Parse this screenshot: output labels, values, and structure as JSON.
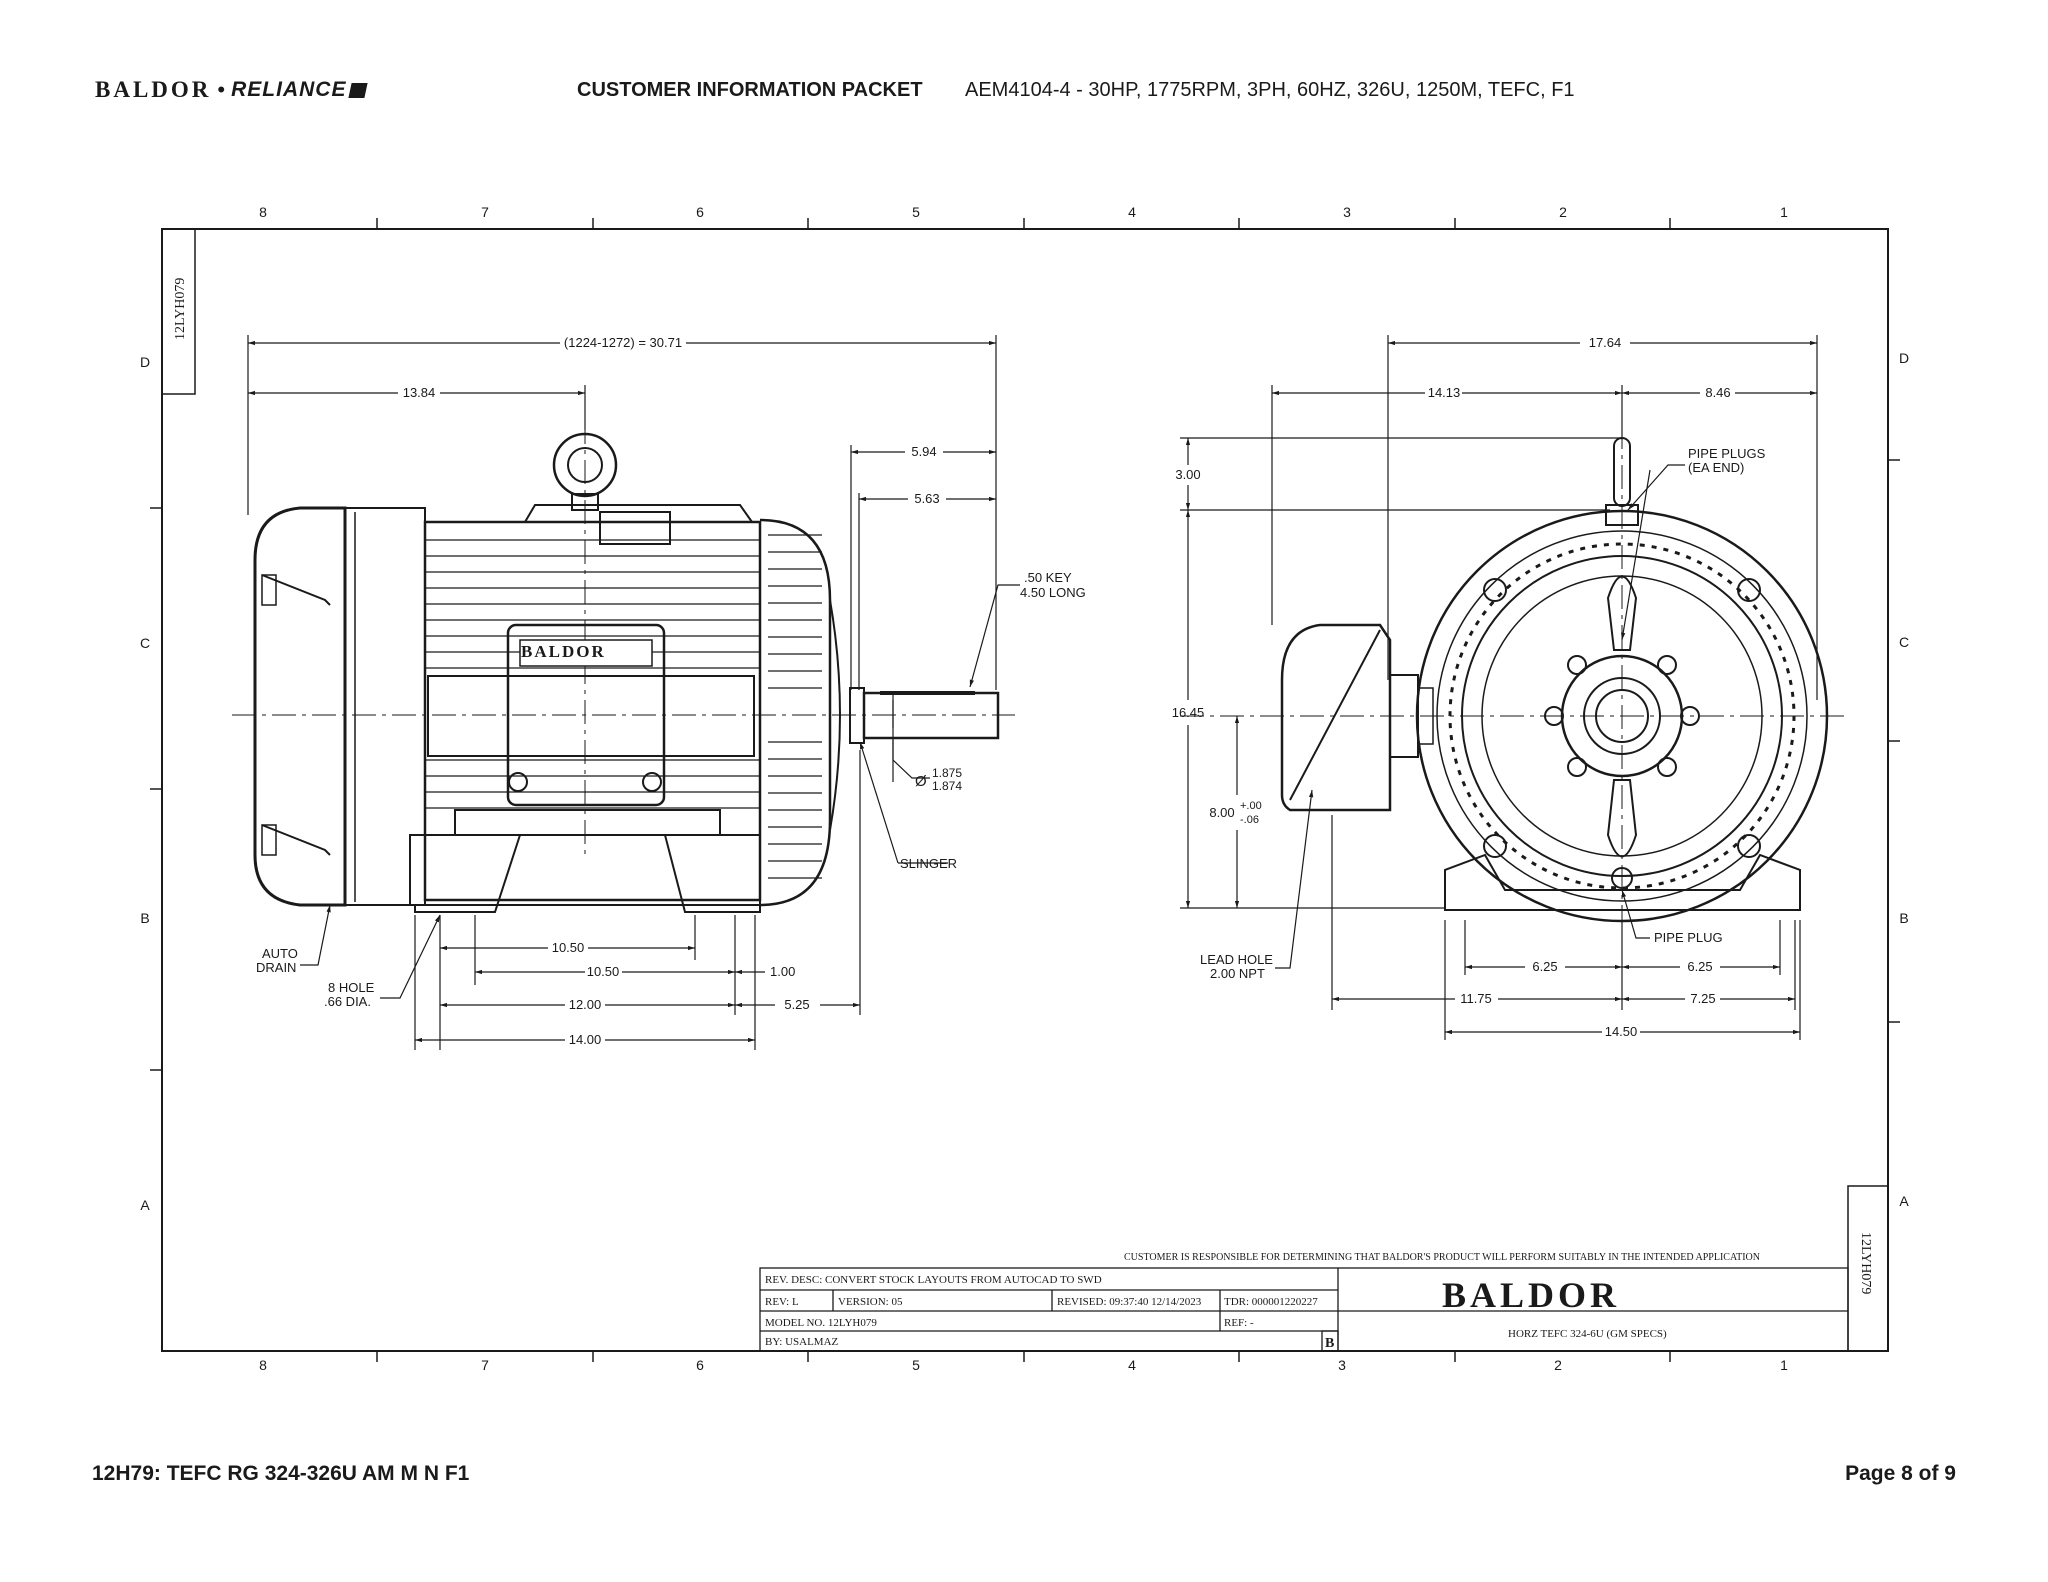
{
  "header": {
    "brand_left": "BALDOR",
    "brand_sep": "•",
    "brand_right": "RELIANCE",
    "packet_title": "CUSTOMER INFORMATION PACKET",
    "model_line": "AEM4104-4 - 30HP, 1775RPM, 3PH, 60HZ, 326U, 1250M, TEFC, F1"
  },
  "footer": {
    "left": "12H79: TEFC RG 324-326U AM M N F1",
    "right": "Page 8 of 9"
  },
  "border": {
    "top_zones": [
      "8",
      "7",
      "6",
      "5",
      "4",
      "3",
      "2",
      "1"
    ],
    "bottom_zones": [
      "8",
      "7",
      "6",
      "5",
      "4",
      "3",
      "2",
      "1"
    ],
    "left_zones": [
      "D",
      "C",
      "B",
      "A"
    ],
    "right_zones": [
      "D",
      "C",
      "B",
      "A"
    ],
    "corner_tag_top": "12LYH079",
    "corner_tag_bottom": "12LYH079"
  },
  "side_view": {
    "dim_overall": "(1224-1272) = 30.71",
    "dim_1384": "13.84",
    "dim_594": "5.94",
    "dim_563": "5.63",
    "key_line1": ".50 KEY",
    "key_line2": "4.50 LONG",
    "shaft_dia_symbol": "Ø",
    "shaft_dia_top": "1.875",
    "shaft_dia_bottom": "1.874",
    "slinger": "SLINGER",
    "auto_drain_1": "AUTO",
    "auto_drain_2": "DRAIN",
    "hole_1": "8 HOLE",
    "hole_2": ".66 DIA.",
    "dim_1050_a": "10.50",
    "dim_1050_b": "10.50",
    "dim_100": "1.00",
    "dim_1200": "12.00",
    "dim_525": "5.25",
    "dim_1400": "14.00",
    "nameplate": "BALDOR"
  },
  "end_view": {
    "dim_1764": "17.64",
    "dim_1413": "14.13",
    "dim_846": "8.46",
    "dim_300": "3.00",
    "dim_1645": "16.45",
    "dim_800": "8.00",
    "tol_plus": "+.00",
    "tol_minus": "-.06",
    "pipe_plugs_1": "PIPE PLUGS",
    "pipe_plugs_2": "(EA END)",
    "pipe_plug": "PIPE PLUG",
    "lead_hole_1": "LEAD HOLE",
    "lead_hole_2": "2.00 NPT",
    "dim_625_a": "6.25",
    "dim_625_b": "6.25",
    "dim_1175": "11.75",
    "dim_725": "7.25",
    "dim_1450": "14.50"
  },
  "title_block": {
    "disclaimer": "CUSTOMER IS RESPONSIBLE FOR DETERMINING THAT BALDOR'S PRODUCT WILL PERFORM SUITABLY IN THE INTENDED APPLICATION",
    "rev_desc": "REV. DESC: CONVERT STOCK LAYOUTS FROM AUTOCAD TO SWD",
    "rev": "REV:  L",
    "version": "VERSION:  05",
    "revised": "REVISED:  09:37:40 12/14/2023",
    "tdr": "TDR:  000001220227",
    "model_no": "MODEL NO.   12LYH079",
    "ref": "REF:  -",
    "by": "BY: USALMAZ",
    "size": "B",
    "logo": "BALDOR",
    "drawing_title": "HORZ TEFC 324-6U (GM SPECS)"
  }
}
